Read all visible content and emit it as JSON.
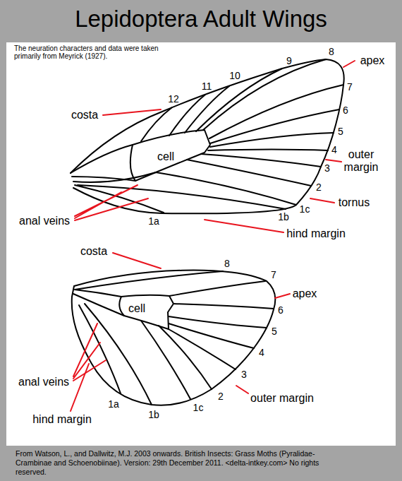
{
  "diagram": {
    "title": "Lepidoptera Adult Wings",
    "caption": "From Watson, L., and Dallwitz, M.J. 2003 onwards. British Insects: Grass Moths (Pyralidae-Crambinae and Schoenobiinae). Version: 29th December 2011. <delta-intkey.com> No rights reserved.",
    "nodes": [
      {
        "text": [
          "cell"
        ]
      },
      {
        "text": [
          "cell"
        ]
      }
    ],
    "labels": [
      "The neuration characters and data were taken primarily from Meyrick (1927).",
      "9",
      "8",
      "apex",
      "10",
      "11",
      "7",
      "12",
      "costa",
      "6",
      "5",
      "4",
      "outer margin",
      "3",
      "2",
      "tornus",
      "anal veins",
      "1c",
      "1b",
      "1a",
      "hind margin",
      "costa",
      "8",
      "7",
      "apex",
      "6",
      "5",
      "4",
      "anal veins",
      "3",
      "2",
      "outer margin",
      "1a",
      "1b",
      "1c",
      "hind margin"
    ]
  }
}
